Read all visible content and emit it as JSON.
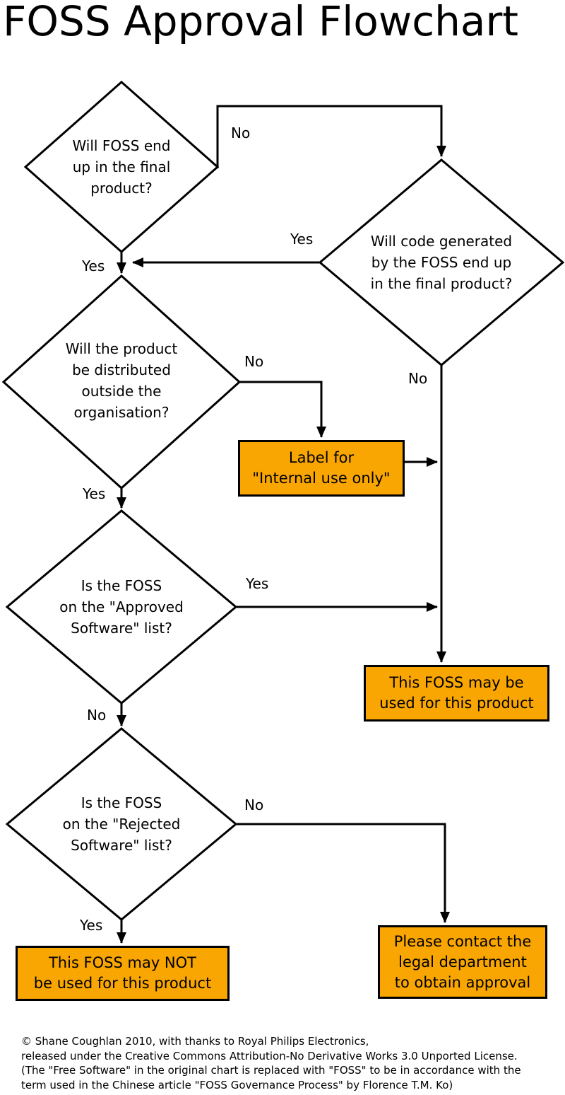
{
  "title": "FOSS Approval Flowchart",
  "colors": {
    "box_fill": "#F9A602",
    "line": "#000000",
    "text": "#000000",
    "background": "#FFFFFF"
  },
  "nodes": {
    "d1": {
      "type": "decision",
      "label": "Will FOSS end\nup in the final\nproduct?"
    },
    "d2": {
      "type": "decision",
      "label": "Will code generated\nby the FOSS end up\nin the final product?"
    },
    "d3": {
      "type": "decision",
      "label": "Will the product\nbe distributed\noutside the\norganisation?"
    },
    "d4": {
      "type": "decision",
      "label": "Is the FOSS\non the \"Approved\nSoftware\" list?"
    },
    "d5": {
      "type": "decision",
      "label": "Is the FOSS\non the \"Rejected\nSoftware\" list?"
    },
    "box_internal": {
      "type": "process",
      "label": "Label for\n\"Internal use only\""
    },
    "box_may": {
      "type": "process",
      "label": "This FOSS may be\nused for this product"
    },
    "box_may_not": {
      "type": "process",
      "label": "This FOSS may NOT\nbe used for this product"
    },
    "box_legal": {
      "type": "process",
      "label": "Please contact the\nlegal department\nto obtain approval"
    }
  },
  "edges": [
    {
      "from": "d1",
      "to": "d2",
      "label": "No"
    },
    {
      "from": "d1",
      "to": "d3",
      "label": "Yes"
    },
    {
      "from": "d2",
      "to": "d3",
      "label": "Yes"
    },
    {
      "from": "d2",
      "to": "box_may",
      "label": "No"
    },
    {
      "from": "d3",
      "to": "box_internal",
      "label": "No"
    },
    {
      "from": "d3",
      "to": "d4",
      "label": "Yes"
    },
    {
      "from": "d4",
      "to": "box_may",
      "label": "Yes"
    },
    {
      "from": "d4",
      "to": "d5",
      "label": "No"
    },
    {
      "from": "d5",
      "to": "box_legal",
      "label": "No"
    },
    {
      "from": "d5",
      "to": "box_may_not",
      "label": "Yes"
    },
    {
      "from": "box_internal",
      "to": "box_may",
      "label": ""
    }
  ],
  "footer": "© Shane Coughlan 2010, with thanks to Royal Philips Electronics,\nreleased under the Creative Commons Attribution-No Derivative Works 3.0 Unported License.\n(The \"Free Software\" in the original chart is replaced with \"FOSS\" to be in accordance with the\nterm used in the Chinese article \"FOSS Governance Process\" by Florence T.M. Ko)"
}
